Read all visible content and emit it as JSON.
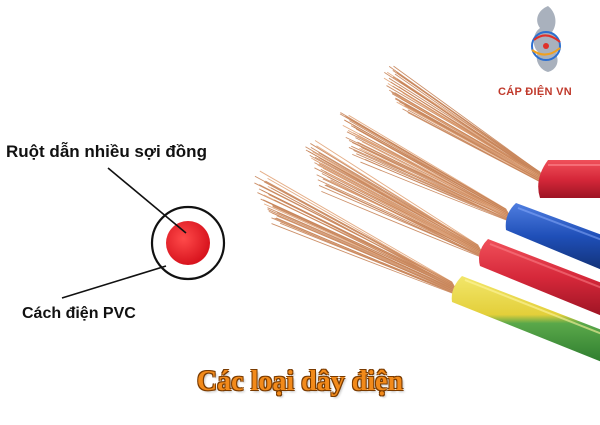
{
  "labels": {
    "conductor": "Ruột dẫn nhiều sợi đồng",
    "insulation": "Cách điện PVC"
  },
  "brand": {
    "name": "CÁP ĐIỆN VN",
    "logo_icon": "vietnam-map-logo-icon"
  },
  "caption": "Các loại dây điện",
  "colors": {
    "copper": "#c8855a",
    "core_red": "#e8232a",
    "wire_red": "#d6283a",
    "wire_blue": "#1f4fb8",
    "wire_yellow": "#e8d84a",
    "wire_green": "#3c9a3c",
    "caption_orange": "#f28a1a",
    "brand_red": "#c0392b"
  },
  "wires": [
    {
      "name": "red",
      "color": "red"
    },
    {
      "name": "blue",
      "color": "blue"
    },
    {
      "name": "red",
      "color": "red"
    },
    {
      "name": "yellow-green",
      "color": "yellow-green"
    }
  ]
}
